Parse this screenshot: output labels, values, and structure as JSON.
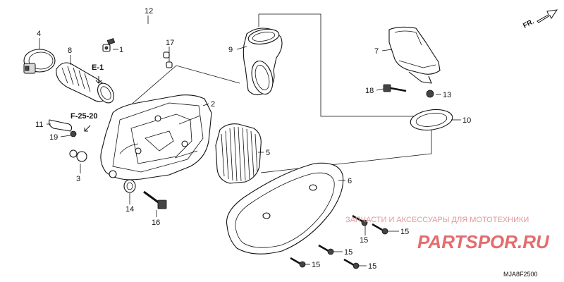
{
  "direction": {
    "label": "FR."
  },
  "references": {
    "e1": "E-1",
    "f2520": "F-25-20"
  },
  "diagram_code": "MJA8F2500",
  "callouts": {
    "p1": "1",
    "p2": "2",
    "p3": "3",
    "p4": "4",
    "p5": "5",
    "p6": "6",
    "p7": "7",
    "p8": "8",
    "p9": "9",
    "p10": "10",
    "p11": "11",
    "p12": "12",
    "p13": "13",
    "p14": "14",
    "p15": "15",
    "p16": "16",
    "p17": "17",
    "p18": "18",
    "p19": "19"
  },
  "watermark": {
    "tagline": "ЗАПЧАСТИ И АКСЕССУАРЫ ДЛЯ МОТОТЕХНИКИ",
    "brand": "PARTSPOR.RU"
  }
}
